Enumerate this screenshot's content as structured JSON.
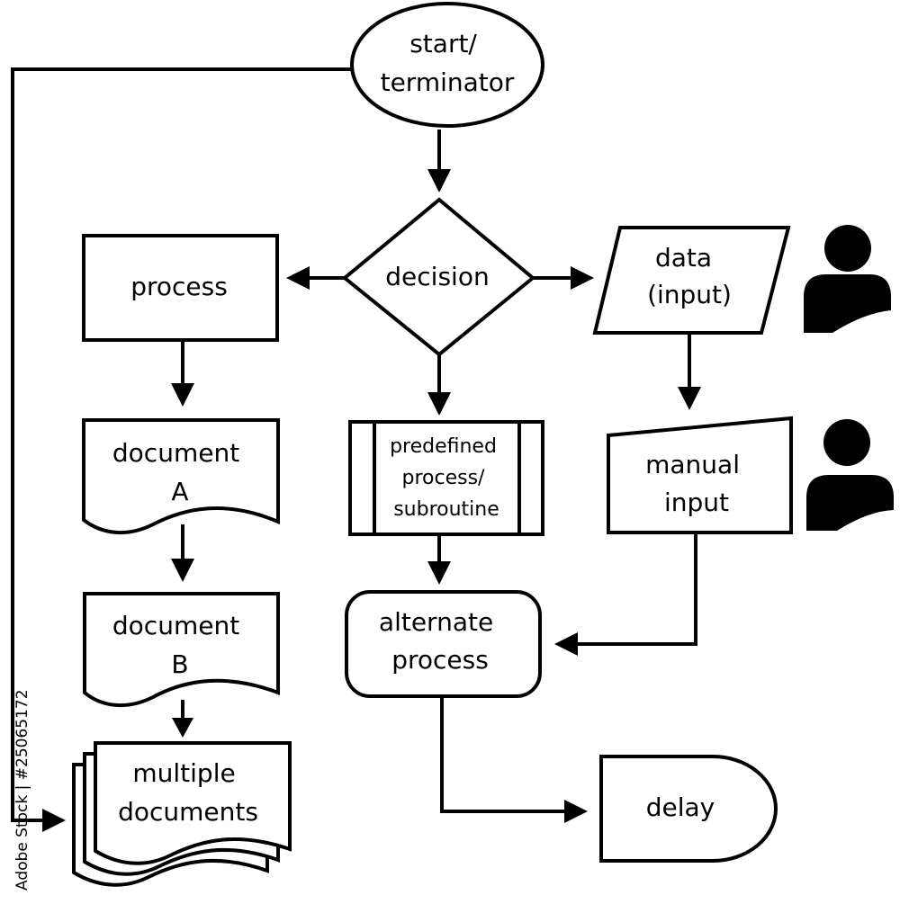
{
  "nodes": {
    "start": {
      "lines": [
        "start/",
        "terminator"
      ]
    },
    "decision": {
      "lines": [
        "decision"
      ]
    },
    "process": {
      "lines": [
        "process"
      ]
    },
    "data_input": {
      "lines": [
        "data",
        "(input)"
      ]
    },
    "document_a": {
      "lines": [
        "document",
        "A"
      ]
    },
    "predefined": {
      "lines": [
        "predefined",
        "process/",
        "subroutine"
      ]
    },
    "manual_input": {
      "lines": [
        "manual",
        "input"
      ]
    },
    "document_b": {
      "lines": [
        "document",
        "B"
      ]
    },
    "alternate": {
      "lines": [
        "alternate",
        "process"
      ]
    },
    "multiple_docs": {
      "lines": [
        "multiple",
        "documents"
      ]
    },
    "delay": {
      "lines": [
        "delay"
      ]
    }
  },
  "watermark": "Adobe Stock | #25065172",
  "colors": {
    "stroke": "#000000",
    "fill": "#ffffff"
  }
}
